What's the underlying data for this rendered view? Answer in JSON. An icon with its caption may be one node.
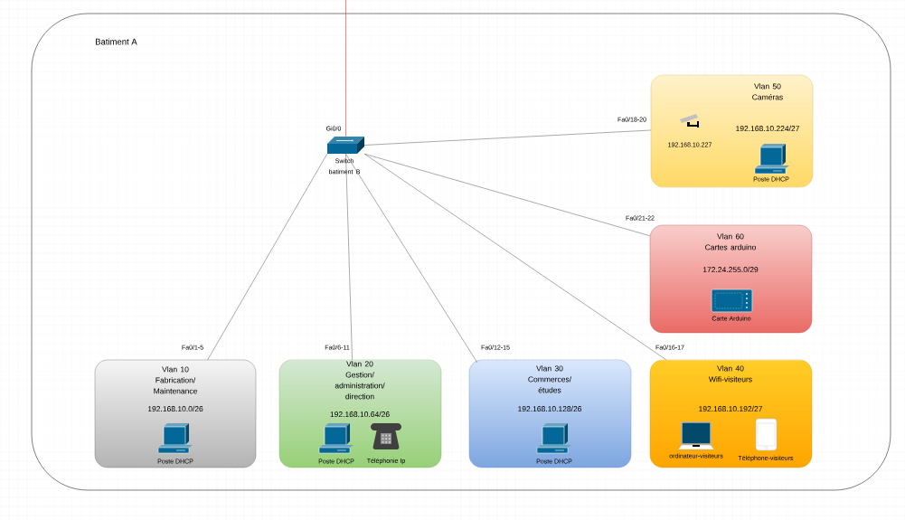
{
  "diagram": {
    "nodes": [
      {
        "text": [
          "Batiment A"
        ]
      },
      {
        "text": [
          "Switch batiment B"
        ],
        "in": 0
      },
      {
        "text": [
          "Vlan 50",
          "Caméras",
          "192.168.10.224/27"
        ],
        "in": 0
      },
      {
        "text": [
          "192.168.10.227"
        ],
        "in": 2
      },
      {
        "text": [
          "Poste DHCP"
        ],
        "in": 2
      },
      {
        "text": [
          "Vlan 60",
          "Cartes arduino",
          "172.24.255.0/29"
        ],
        "in": 0
      },
      {
        "text": [
          "Carte Arduino"
        ],
        "in": 5
      },
      {
        "text": [
          "Vlan 10",
          "Fabrication/ Maintenance",
          "192.168.10.0/26"
        ],
        "in": 0
      },
      {
        "text": [
          "Poste DHCP"
        ],
        "in": 7
      },
      {
        "text": [
          "Vlan 20",
          "Gestion/ administration/ direction",
          "192.168.10.64/26"
        ],
        "in": 0
      },
      {
        "text": [
          "Poste DHCP"
        ],
        "in": 9
      },
      {
        "text": [
          "Téléphonie Ip"
        ],
        "in": 9
      },
      {
        "text": [
          "Vlan 30",
          "Commerces/ études",
          "192.168.10.128/26"
        ],
        "in": 0
      },
      {
        "text": [
          "Poste DHCP"
        ],
        "in": 12
      },
      {
        "text": [
          "Vlan 40",
          "Wifi-visiteurs",
          "192.168.10.192/27"
        ],
        "in": 0
      },
      {
        "text": [
          "ordinateur-visiteurs"
        ],
        "in": 14
      },
      {
        "text": [
          "Téléphone-visiteurs"
        ],
        "in": 14
      }
    ],
    "edges": [
      {
        "from": 1,
        "to": null,
        "arrow": "none",
        "label": "Gi0/0",
        "color": "#ff0000"
      },
      {
        "from": 1,
        "to": 2,
        "arrow": "none",
        "label": "Fa0/18-20"
      },
      {
        "from": 1,
        "to": 5,
        "arrow": "none",
        "label": "Fa0/21-22"
      },
      {
        "from": 1,
        "to": 7,
        "arrow": "none",
        "label": "Fa0/1-5"
      },
      {
        "from": 1,
        "to": 9,
        "arrow": "none",
        "label": "Fa0/6-11"
      },
      {
        "from": 1,
        "to": 12,
        "arrow": "none",
        "label": "Fa0/12-15"
      },
      {
        "from": 1,
        "to": 14,
        "arrow": "none",
        "label": "Fa0/16-17"
      }
    ]
  }
}
